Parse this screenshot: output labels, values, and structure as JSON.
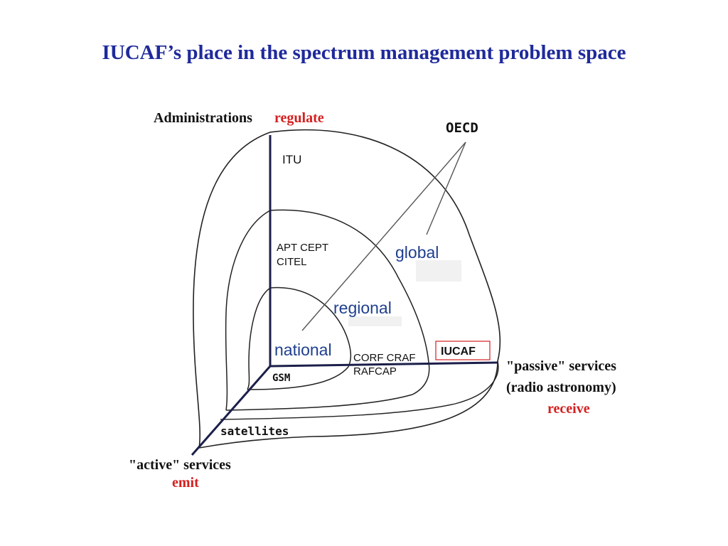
{
  "title": "IUCAF’s place in the spectrum management problem space",
  "axes": {
    "vertical": {
      "label": "Administrations",
      "verb": "regulate"
    },
    "horizontal": {
      "label_line1": "\"passive\" services",
      "label_line2": "(radio astronomy)",
      "verb": "receive"
    },
    "diagonal": {
      "label": "\"active\" services",
      "verb": "emit"
    }
  },
  "organizations": {
    "itu": "ITU",
    "regional_line1": "APT CEPT",
    "regional_line2": "CITEL",
    "national_line1": "CORF CRAF",
    "national_line2": "RAFCAP",
    "iucaf": "IUCAF",
    "oecd": "OECD",
    "gsm": "GSM",
    "satellites": "satellites"
  },
  "scopes": {
    "global": "global",
    "regional": "regional",
    "national": "national"
  },
  "colors": {
    "title": "#1f2a9b",
    "accent_red": "#d42020",
    "scope_blue": "#1f3f8f",
    "axis": "#1c1f4a"
  }
}
